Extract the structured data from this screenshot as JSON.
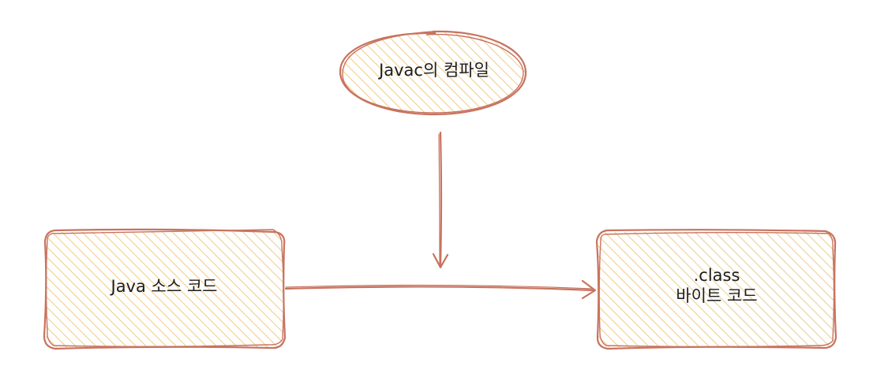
{
  "nodes": {
    "source": {
      "label": "Java 소스 코드"
    },
    "javac": {
      "label": "Javac의 컴파일"
    },
    "bytecode": {
      "line1": ".class",
      "line2": "바이트 코드"
    }
  },
  "colors": {
    "stroke": "#c8735f",
    "fill": "#f0cf8e",
    "text": "#1e1e1e"
  }
}
